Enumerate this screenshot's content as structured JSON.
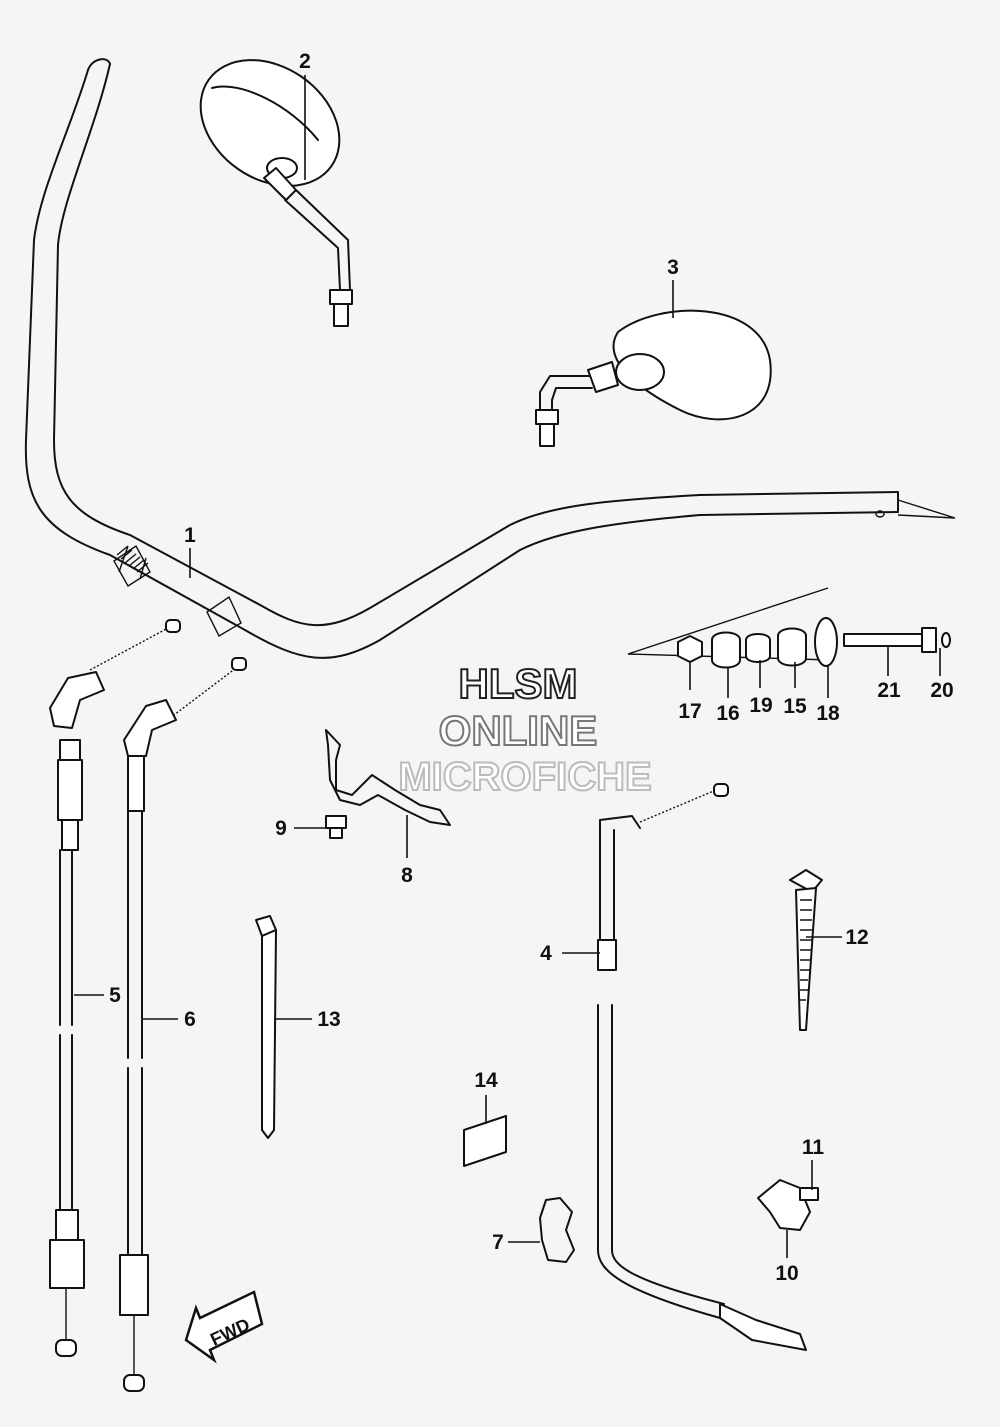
{
  "watermark": {
    "line1": "HLSM",
    "line2": "ONLINE",
    "line3": "MICROFICHE"
  },
  "fwd_label": "FWD",
  "callouts": [
    {
      "id": "1",
      "label": "1"
    },
    {
      "id": "2",
      "label": "2"
    },
    {
      "id": "3",
      "label": "3"
    },
    {
      "id": "4",
      "label": "4"
    },
    {
      "id": "5",
      "label": "5"
    },
    {
      "id": "6",
      "label": "6"
    },
    {
      "id": "7",
      "label": "7"
    },
    {
      "id": "8",
      "label": "8"
    },
    {
      "id": "9",
      "label": "9"
    },
    {
      "id": "10",
      "label": "10"
    },
    {
      "id": "11",
      "label": "11"
    },
    {
      "id": "12",
      "label": "12"
    },
    {
      "id": "13",
      "label": "13"
    },
    {
      "id": "14",
      "label": "14"
    },
    {
      "id": "15",
      "label": "15"
    },
    {
      "id": "16",
      "label": "16"
    },
    {
      "id": "17",
      "label": "17"
    },
    {
      "id": "18",
      "label": "18"
    },
    {
      "id": "19",
      "label": "19"
    },
    {
      "id": "20",
      "label": "20"
    },
    {
      "id": "21",
      "label": "21"
    }
  ]
}
